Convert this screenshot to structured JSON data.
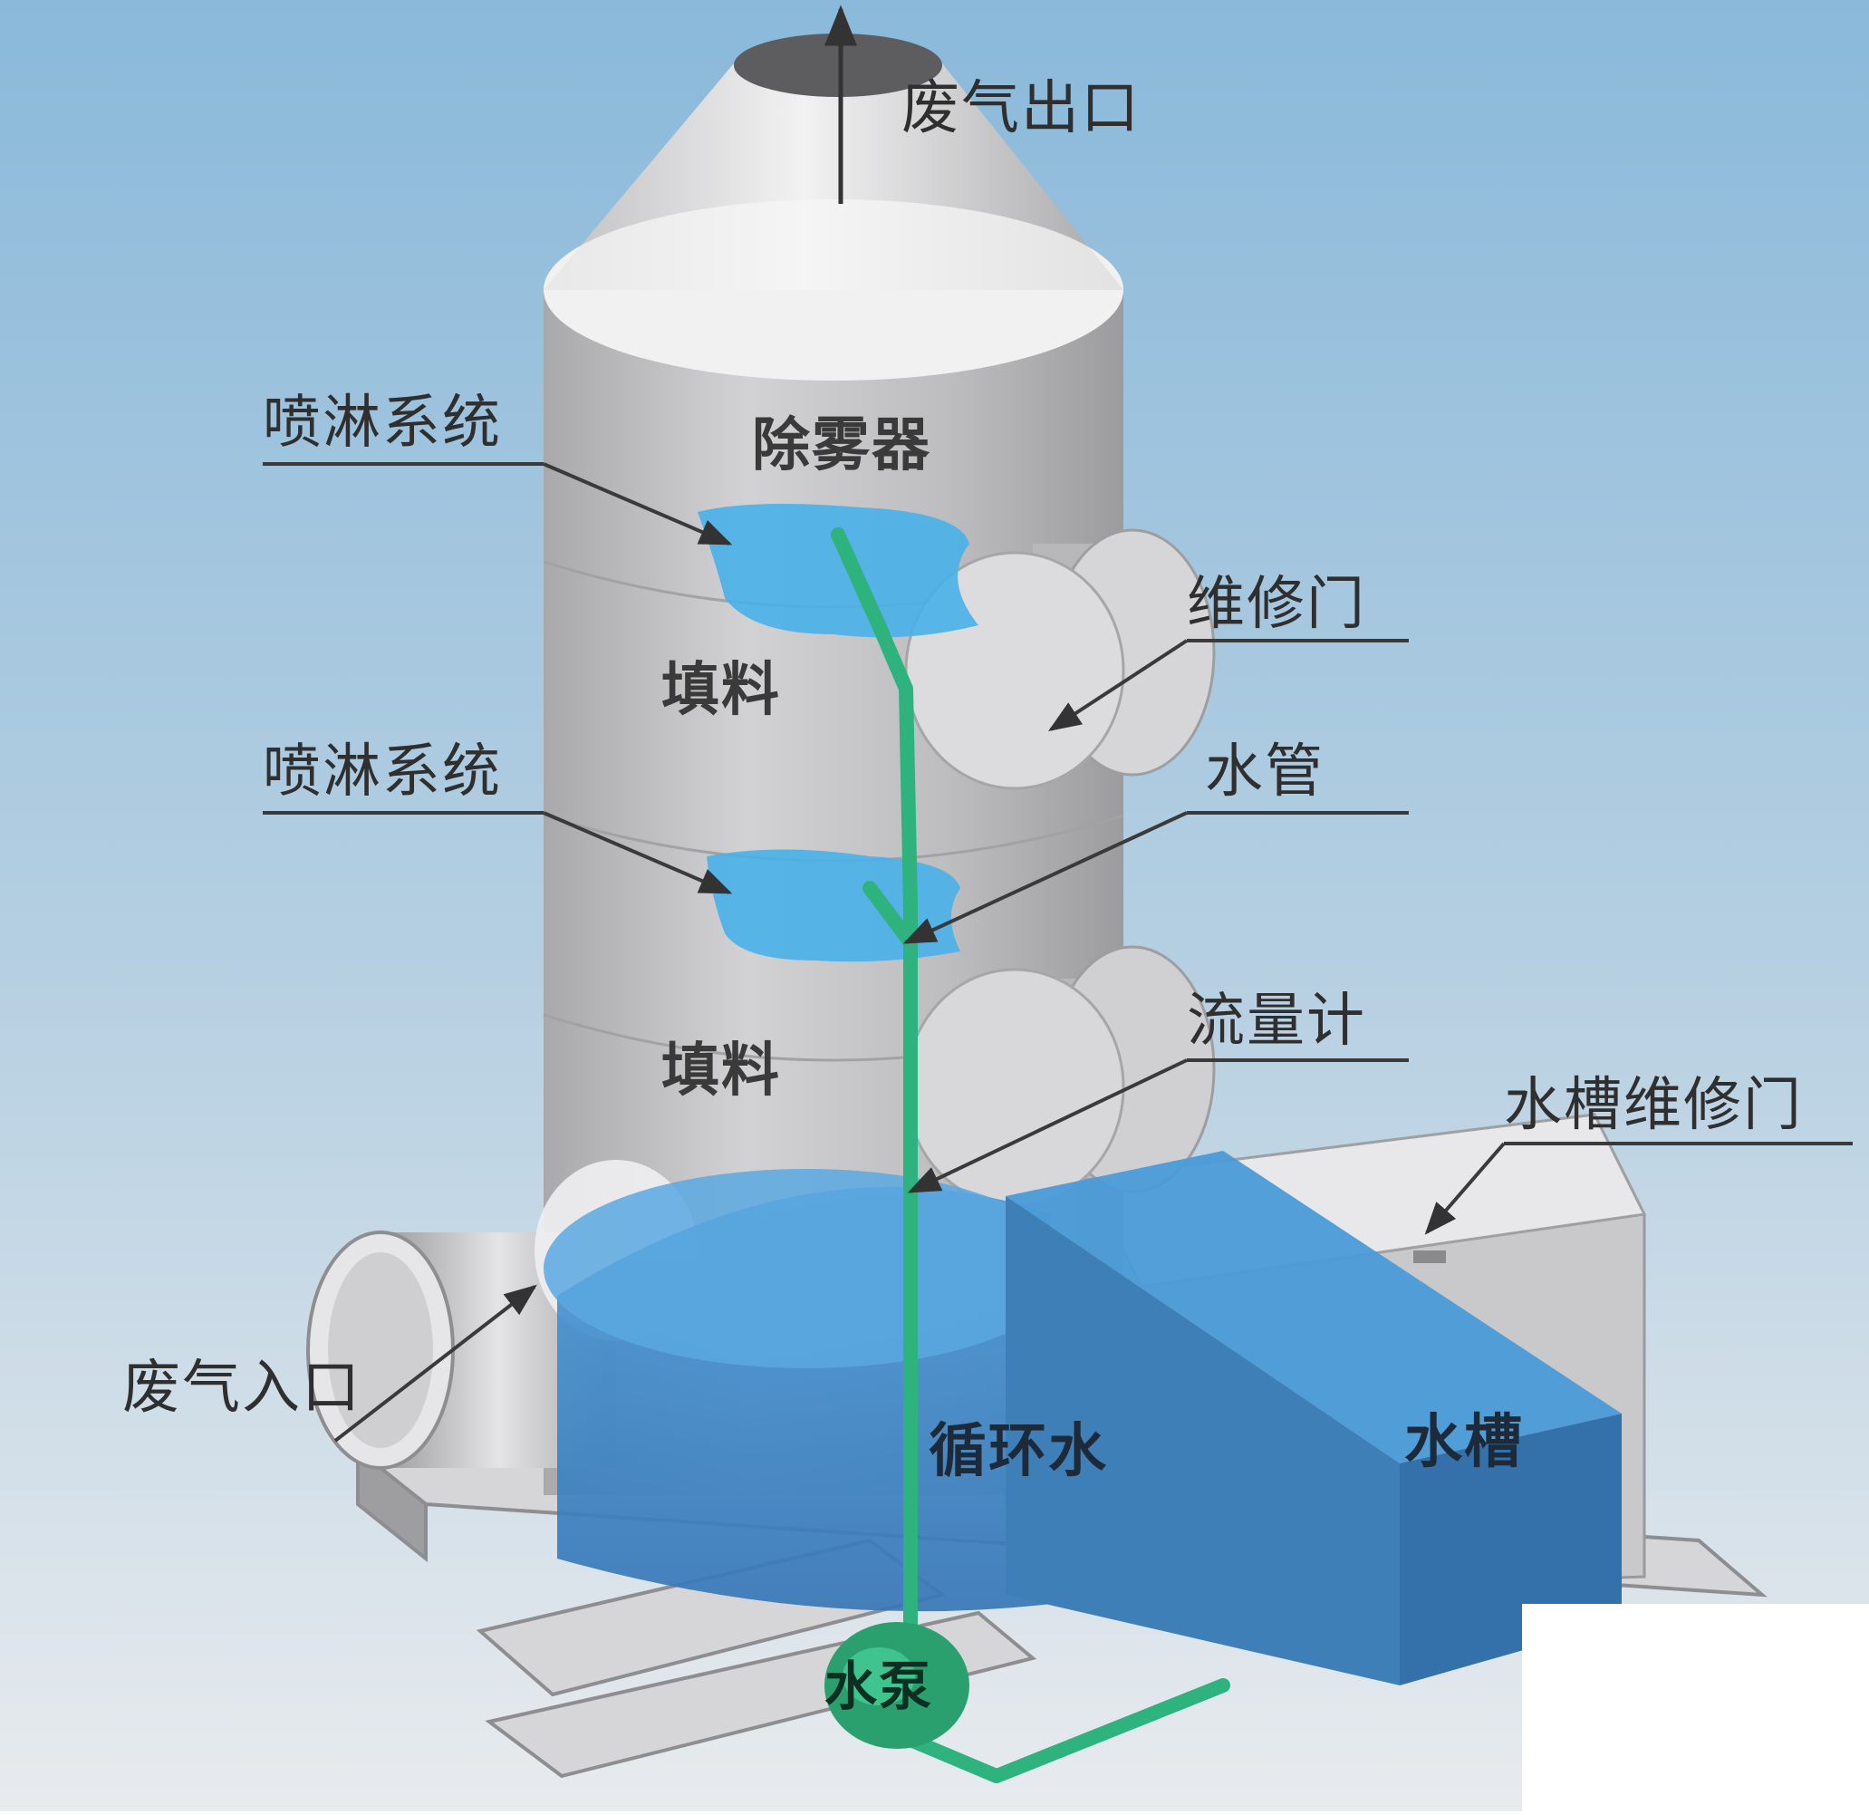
{
  "labels": {
    "exhaust_outlet": "废气出口",
    "spray_system_upper": "喷淋系统",
    "demister": "除雾器",
    "maintenance_door": "维修门",
    "packing_upper": "填料",
    "spray_system_lower": "喷淋系统",
    "water_pipe": "水管",
    "packing_lower": "填料",
    "flow_meter": "流量计",
    "tank_maintenance_door": "水槽维修门",
    "exhaust_inlet": "废气入口",
    "circulating_water": "循环水",
    "water_tank": "水槽",
    "water_pump": "水泵"
  },
  "colors": {
    "background_top": "#8fbcdc",
    "background_bottom": "#e6eaee",
    "tower_body": "#c4c4c6",
    "water": "#3f8fd0",
    "spray": "#4fb6ea",
    "pipe": "#2eb27e",
    "label_text": "#2f2f2f"
  }
}
